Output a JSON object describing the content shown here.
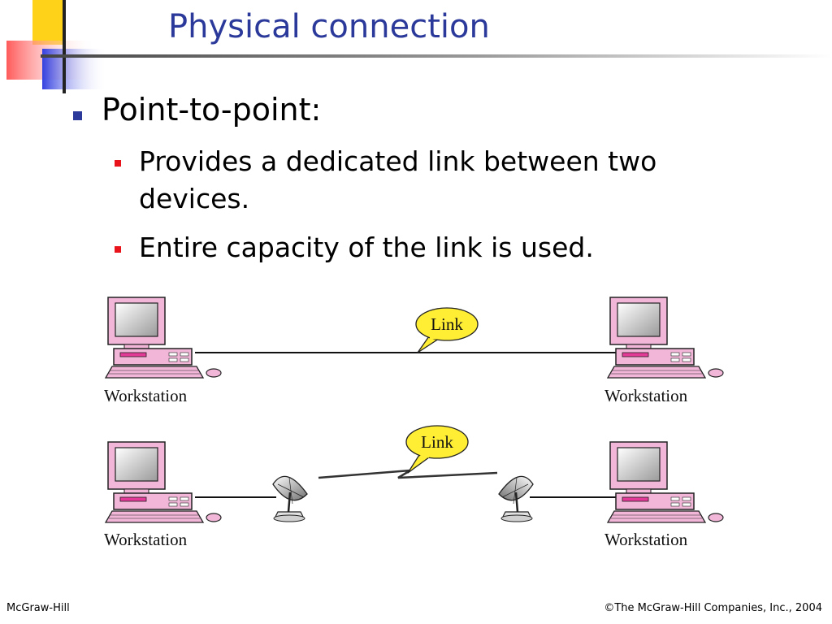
{
  "slide": {
    "title": "Physical connection",
    "bullet_1": "Point-to-point:",
    "sub_bullets": [
      "Provides a dedicated link between two devices.",
      "Entire capacity of the link is used."
    ]
  },
  "diagram": {
    "row_1": {
      "left_label": "Workstation",
      "right_label": "Workstation",
      "link_label": "Link"
    },
    "row_2": {
      "left_label": "Workstation",
      "right_label": "Workstation",
      "link_label": "Link"
    }
  },
  "footer": {
    "left": "McGraw-Hill",
    "right": "©The McGraw-Hill Companies, Inc., 2004"
  },
  "colors": {
    "title": "#2b3a9a",
    "bullet_primary": "#2b3a9a",
    "bullet_secondary": "#e8131b",
    "callout_fill": "#ffee33",
    "computer_pink": "#f2b6d8"
  }
}
